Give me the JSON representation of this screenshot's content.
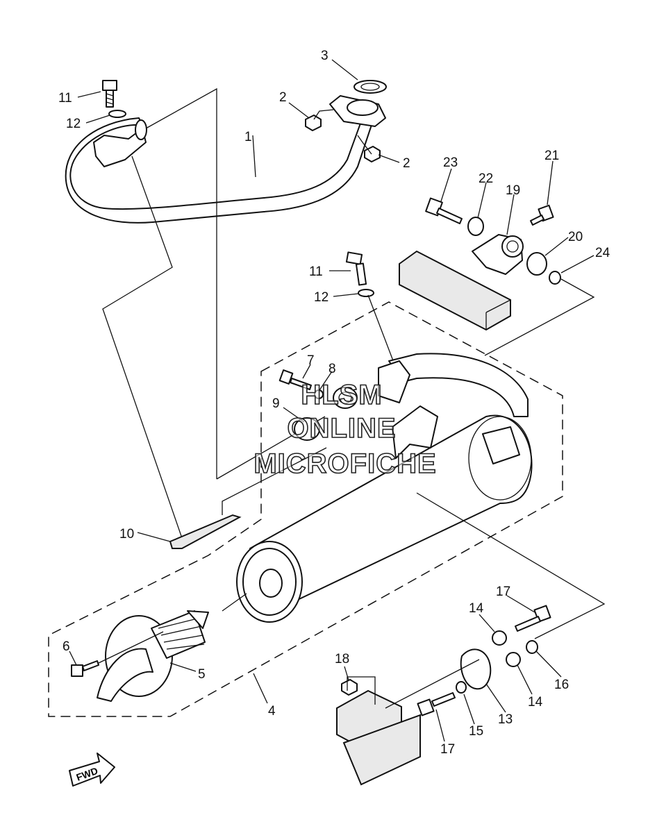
{
  "diagram": {
    "callouts": [
      {
        "id": "c1",
        "label": "1"
      },
      {
        "id": "c2a",
        "label": "2"
      },
      {
        "id": "c2b",
        "label": "2"
      },
      {
        "id": "c3",
        "label": "3"
      },
      {
        "id": "c4",
        "label": "4"
      },
      {
        "id": "c5",
        "label": "5"
      },
      {
        "id": "c6",
        "label": "6"
      },
      {
        "id": "c7",
        "label": "7"
      },
      {
        "id": "c8",
        "label": "8"
      },
      {
        "id": "c9",
        "label": "9"
      },
      {
        "id": "c10",
        "label": "10"
      },
      {
        "id": "c11a",
        "label": "11"
      },
      {
        "id": "c11b",
        "label": "11"
      },
      {
        "id": "c12a",
        "label": "12"
      },
      {
        "id": "c12b",
        "label": "12"
      },
      {
        "id": "c13",
        "label": "13"
      },
      {
        "id": "c14a",
        "label": "14"
      },
      {
        "id": "c14b",
        "label": "14"
      },
      {
        "id": "c15",
        "label": "15"
      },
      {
        "id": "c16",
        "label": "16"
      },
      {
        "id": "c17a",
        "label": "17"
      },
      {
        "id": "c17b",
        "label": "17"
      },
      {
        "id": "c18",
        "label": "18"
      },
      {
        "id": "c19",
        "label": "19"
      },
      {
        "id": "c20",
        "label": "20"
      },
      {
        "id": "c21",
        "label": "21"
      },
      {
        "id": "c22",
        "label": "22"
      },
      {
        "id": "c23",
        "label": "23"
      },
      {
        "id": "c24",
        "label": "24"
      }
    ],
    "watermark": [
      "HLSM",
      "ONLINE",
      "MICROFICHE"
    ],
    "fwd_label": "FWD"
  }
}
